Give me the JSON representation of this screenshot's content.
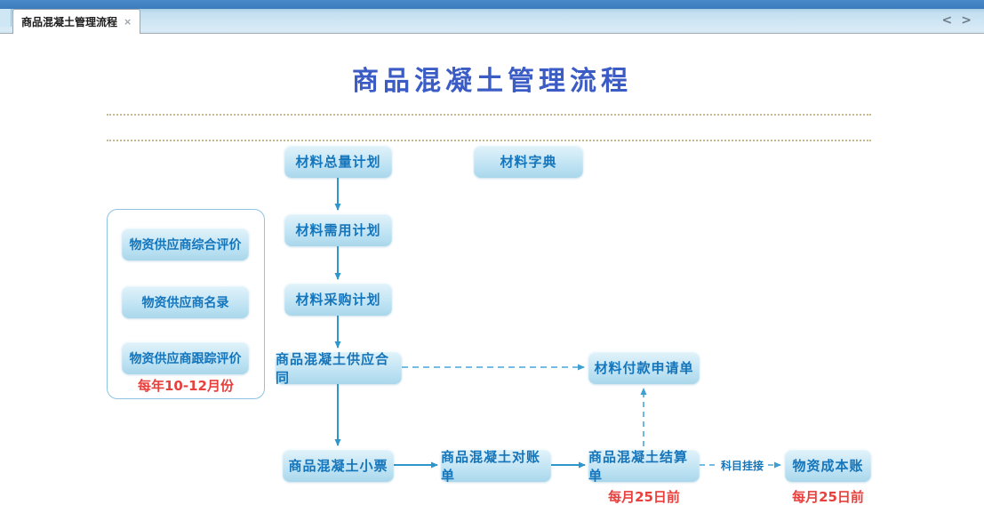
{
  "tab_bar": {
    "active_tab_label": "商品混凝土管理流程",
    "close_icon": "×",
    "scroll_left_icon": "<",
    "scroll_right_icon": ">"
  },
  "page": {
    "title": "商品混凝土管理流程"
  },
  "flowchart": {
    "nodes": {
      "material_total_plan": "材料总量计划",
      "material_dictionary": "材料字典",
      "material_demand_plan": "材料需用计划",
      "material_purchase_plan": "材料采购计划",
      "concrete_supply_contract": "商品混凝土供应合同",
      "material_payment_request": "材料付款申请单",
      "concrete_receipt": "商品混凝土小票",
      "concrete_reconciliation": "商品混凝土对账单",
      "concrete_settlement": "商品混凝土结算单",
      "material_cost_account": "物资成本账"
    },
    "supplier_panel": {
      "items": [
        "物资供应商综合评价",
        "物资供应商名录",
        "物资供应商跟踪评价"
      ],
      "note": "每年10-12月份"
    },
    "edge_labels": {
      "subject_link": "科目挂接"
    },
    "notes": {
      "settlement_deadline": "每月25日前",
      "cost_account_deadline": "每月25日前"
    }
  },
  "colors": {
    "node_text_blue": "#1575bb",
    "title_blue": "#3c5cc5",
    "note_red": "#e8403d",
    "arrow_blue": "#2e96cb",
    "dashed_arrow_blue": "#4aa6d6",
    "dotted_rule_tan": "#c7ba8f"
  }
}
